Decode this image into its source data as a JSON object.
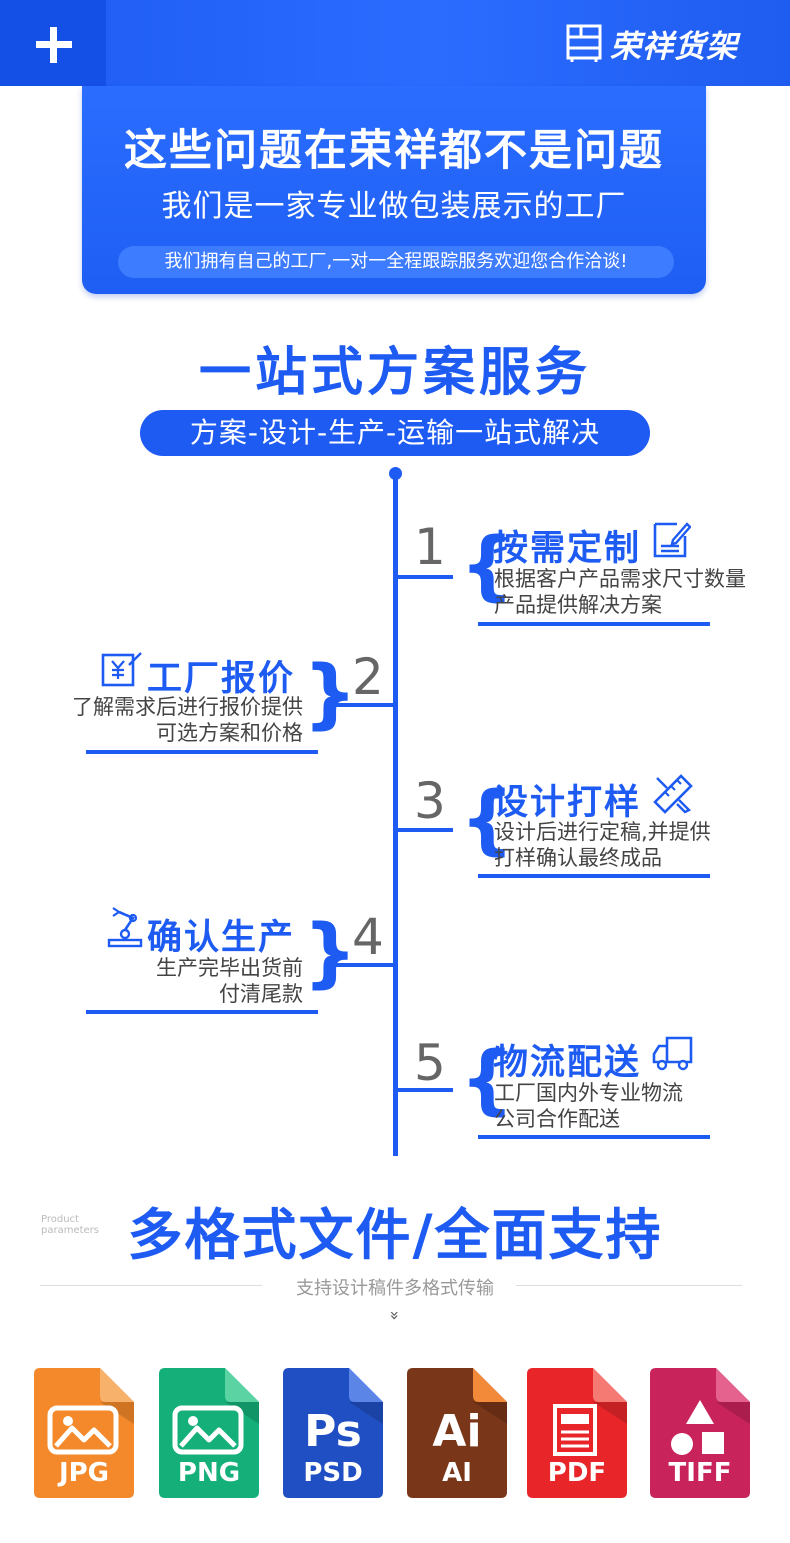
{
  "header": {
    "brand_name": "荣祥货架",
    "plus_icon": "plus-icon",
    "shelf_icon": "shelf-icon"
  },
  "hero": {
    "title": "这些问题在荣祥都不是问题",
    "subtitle": "我们是一家专业做包装展示的工厂",
    "pill": "我们拥有自己的工厂,一对一全程跟踪服务欢迎您合作洽谈!"
  },
  "service": {
    "title": "一站式方案服务",
    "pill": "方案-设计-生产-运输一站式解决",
    "steps": [
      {
        "num": "1",
        "title": "按需定制",
        "desc1": "根据客户产品需求尺寸数量",
        "desc2": "产品提供解决方案",
        "icon": "edit-document-icon"
      },
      {
        "num": "2",
        "title": "工厂报价",
        "desc1": "了解需求后进行报价提供",
        "desc2": "可选方案和价格",
        "icon": "price-tag-icon"
      },
      {
        "num": "3",
        "title": "设计打样",
        "desc1": "设计后进行定稿,并提供",
        "desc2": "打样确认最终成品",
        "icon": "ruler-pencil-icon"
      },
      {
        "num": "4",
        "title": "确认生产",
        "desc1": "生产完毕出货前",
        "desc2": "付清尾款",
        "icon": "robot-arm-icon"
      },
      {
        "num": "5",
        "title": "物流配送",
        "desc1": "工厂国内外专业物流",
        "desc2": "公司合作配送",
        "icon": "truck-icon"
      }
    ]
  },
  "formats": {
    "tiny_text": "Product parameters",
    "title": "多格式文件/全面支持",
    "subtitle": "支持设计稿件多格式传输",
    "chevron": "»",
    "items": [
      {
        "label": "JPG",
        "color": "#f3892a",
        "fold": "#f7b16a",
        "glyph": "",
        "icon": "image-icon"
      },
      {
        "label": "PNG",
        "color": "#15b07a",
        "fold": "#5cd3a3",
        "glyph": "",
        "icon": "image-icon"
      },
      {
        "label": "PSD",
        "color": "#1f4fc2",
        "fold": "#5b86e8",
        "glyph": "Ps",
        "icon": "photoshop-icon"
      },
      {
        "label": "AI",
        "color": "#7a3618",
        "fold": "#f38a3a",
        "glyph": "Ai",
        "icon": "illustrator-icon"
      },
      {
        "label": "PDF",
        "color": "#e8262a",
        "fold": "#f47a73",
        "glyph": "",
        "icon": "document-icon"
      },
      {
        "label": "TIFF",
        "color": "#c8235a",
        "fold": "#e5628f",
        "glyph": "",
        "icon": "shapes-icon"
      }
    ]
  }
}
